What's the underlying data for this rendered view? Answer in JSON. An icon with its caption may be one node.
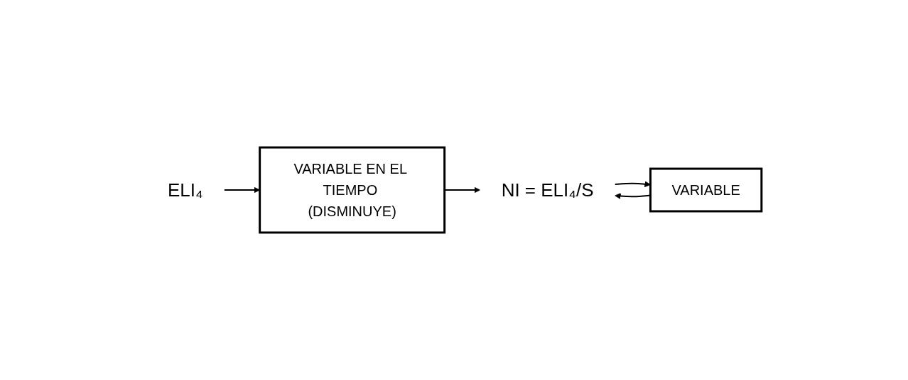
{
  "diagram": {
    "nodes": [
      {
        "text": [
          "ELI₄"
        ]
      },
      {
        "text": [
          "VARIABLE EN EL TIEMPO (DISMINUYE)"
        ]
      },
      {
        "text": [
          "NI = ELI₄/S"
        ]
      },
      {
        "text": [
          "VARIABLE"
        ]
      }
    ],
    "edges": [
      {
        "from": 0,
        "to": 1,
        "arrow": "to"
      },
      {
        "from": 1,
        "to": 2,
        "arrow": "to"
      },
      {
        "from": 2,
        "to": 3,
        "arrow": "to"
      },
      {
        "from": 3,
        "to": 2,
        "arrow": "to"
      }
    ]
  }
}
